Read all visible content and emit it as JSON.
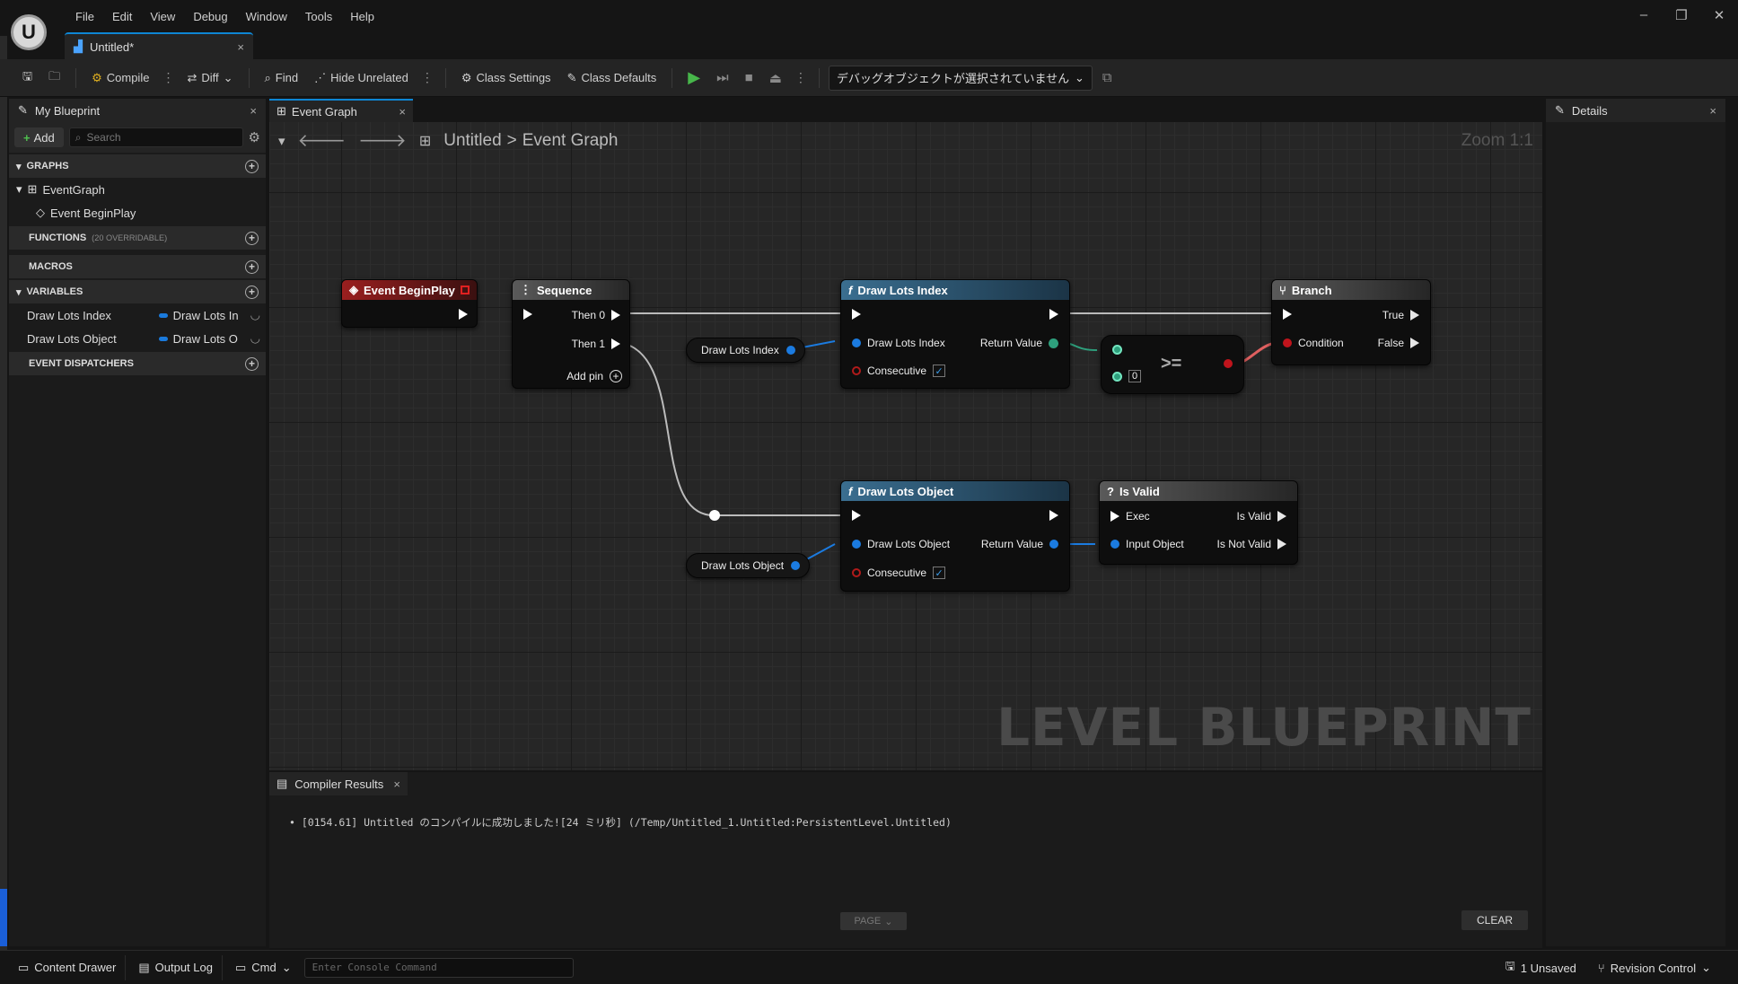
{
  "menu": [
    "File",
    "Edit",
    "View",
    "Debug",
    "Window",
    "Tools",
    "Help"
  ],
  "window_controls": {
    "minimize": "–",
    "maximize": "❐",
    "close": "✕"
  },
  "doc_tab": {
    "title": "Untitled*",
    "close": "×"
  },
  "toolbar": {
    "compile": "Compile",
    "diff": "Diff",
    "find": "Find",
    "hide_unrelated": "Hide Unrelated",
    "class_settings": "Class Settings",
    "class_defaults": "Class Defaults",
    "debug_object": "デバッグオブジェクトが選択されていません"
  },
  "my_blueprint": {
    "tab": "My Blueprint",
    "add": "Add",
    "search_placeholder": "Search",
    "sections": {
      "graphs": "GRAPHS",
      "functions": "FUNCTIONS",
      "functions_note": "(20 OVERRIDABLE)",
      "macros": "MACROS",
      "variables": "VARIABLES",
      "dispatchers": "EVENT DISPATCHERS"
    },
    "graphs": {
      "event_graph": "EventGraph",
      "event_beginplay": "Event BeginPlay"
    },
    "variables": [
      {
        "name": "Draw Lots Index",
        "type": "Draw Lots In"
      },
      {
        "name": "Draw Lots Object",
        "type": "Draw Lots O"
      }
    ]
  },
  "graph_tab": {
    "title": "Event Graph",
    "close": "×"
  },
  "breadcrumb": {
    "root": "Untitled",
    "sep": ">",
    "current": "Event Graph"
  },
  "zoom": "Zoom 1:1",
  "watermark": "LEVEL BLUEPRINT",
  "nodes": {
    "begin_play": {
      "title": "Event BeginPlay"
    },
    "sequence": {
      "title": "Sequence",
      "then0": "Then 0",
      "then1": "Then 1",
      "add_pin": "Add pin"
    },
    "draw_index": {
      "title": "Draw Lots Index",
      "in": "Draw Lots Index",
      "ret": "Return Value",
      "consecutive": "Consecutive"
    },
    "draw_object": {
      "title": "Draw Lots Object",
      "in": "Draw Lots Object",
      "ret": "Return Value",
      "consecutive": "Consecutive"
    },
    "compare": {
      "op": ">=",
      "value": "0"
    },
    "branch": {
      "title": "Branch",
      "true": "True",
      "false": "False",
      "condition": "Condition"
    },
    "is_valid": {
      "title": "Is Valid",
      "exec": "Exec",
      "input": "Input Object",
      "valid": "Is Valid",
      "not_valid": "Is Not Valid"
    },
    "var_index": "Draw Lots Index",
    "var_object": "Draw Lots Object"
  },
  "compiler": {
    "tab": "Compiler Results",
    "message": "[0154.61] Untitled のコンパイルに成功しました![24 ミリ秒] (/Temp/Untitled_1.Untitled:PersistentLevel.Untitled)",
    "page": "PAGE",
    "clear": "CLEAR"
  },
  "details": {
    "tab": "Details"
  },
  "statusbar": {
    "content_drawer": "Content Drawer",
    "output_log": "Output Log",
    "cmd": "Cmd",
    "console_placeholder": "Enter Console Command",
    "unsaved": "1 Unsaved",
    "revision": "Revision Control"
  },
  "colors": {
    "accent": "#0e86d4",
    "event_header": "#8c1a1a",
    "func_header": "#2b5a78",
    "flow_header": "#4a4a4a",
    "object_pin": "#1b7be0",
    "int_pin": "#2ea07d",
    "bool_pin": "#c0141c",
    "play": "#47b64a"
  }
}
